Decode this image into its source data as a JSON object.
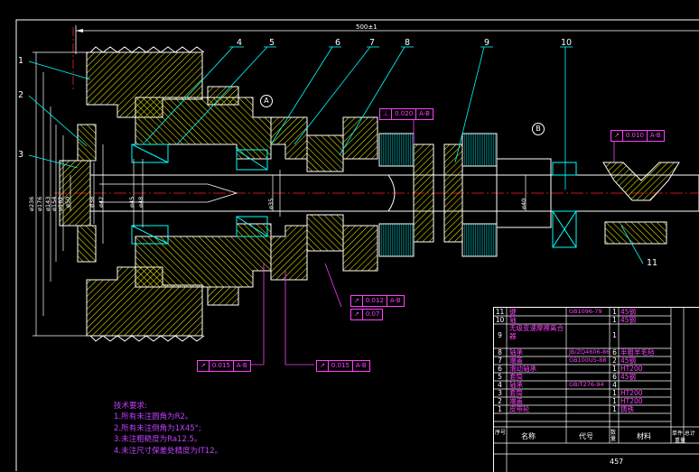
{
  "overall_dimension": "500±1",
  "part_numbers": [
    "1",
    "2",
    "3",
    "4",
    "5",
    "6",
    "7",
    "8",
    "9",
    "10",
    "11"
  ],
  "datums": [
    "A",
    "B"
  ],
  "diameters_left": [
    "ø236",
    "ø176",
    "ø143",
    "ø154",
    "ø162",
    "ø50"
  ],
  "diameters_mid": [
    "ø38",
    "ø42",
    "ø45",
    "ø48",
    "ø35",
    "ø40"
  ],
  "tolerances": {
    "t1": {
      "sym": "⊥",
      "val": "0.020",
      "ref": "A-B"
    },
    "t2": {
      "sym": "↗",
      "val": "0.010",
      "ref": "A-B"
    },
    "t3": {
      "sym": "↗",
      "val": "0.012",
      "ref": "A-B"
    },
    "t4": {
      "sym": "↗",
      "val": "0.07",
      "ref": ""
    },
    "t5": {
      "sym": "↗",
      "val": "0.015",
      "ref": "A-B"
    },
    "t6": {
      "sym": "↗",
      "val": "0.015",
      "ref": "A-B"
    }
  },
  "notes": {
    "title": "技术要求:",
    "items": [
      "1.所有未注圆角为R2。",
      "2.所有未注倒角为1X45°;",
      "3.未注粗糙度为Ra12.5。",
      "4.未注尺寸保差处精度为IT12。"
    ]
  },
  "bom": [
    {
      "no": "11",
      "name": "键",
      "code": "GB1096-79",
      "qty": "1",
      "mat": "45钢"
    },
    {
      "no": "10",
      "name": "轴",
      "code": "",
      "qty": "1",
      "mat": "45钢"
    },
    {
      "no": "9",
      "name": "无级变速摩擦离合器",
      "code": "",
      "qty": "1",
      "mat": ""
    },
    {
      "no": "8",
      "name": "轴承",
      "code": "JB/ZQ4606-86",
      "qty": "6",
      "mat": "半粗羊毛毡"
    },
    {
      "no": "7",
      "name": "端盖",
      "code": "GB100U5-88",
      "qty": "2",
      "mat": "45钢"
    },
    {
      "no": "6",
      "name": "滑动轴承",
      "code": "",
      "qty": "1",
      "mat": "HT200"
    },
    {
      "no": "5",
      "name": "套筒",
      "code": "",
      "qty": "6",
      "mat": "45钢"
    },
    {
      "no": "4",
      "name": "轴承",
      "code": "GB/T276-94",
      "qty": "4",
      "mat": ""
    },
    {
      "no": "3",
      "name": "套筒",
      "code": "",
      "qty": "1",
      "mat": "HT200"
    },
    {
      "no": "2",
      "name": "端盖",
      "code": "",
      "qty": "1",
      "mat": "HT200"
    },
    {
      "no": "1",
      "name": "皮带轮",
      "code": "",
      "qty": "1",
      "mat": "铸铁"
    }
  ],
  "bom_header": {
    "seq": "序号",
    "name": "名称",
    "code": "代号",
    "qty": "数量",
    "mat": "材料",
    "weight": "单件 总计",
    "weight2": "重量"
  },
  "sheet_number": "457",
  "colors": {
    "outline": "#ffffff",
    "hatch": "#ffff00",
    "dims": "#ff40ff",
    "leaders": "#00ffff",
    "centerline": "#ff2020",
    "bearing": "#00ffff"
  }
}
